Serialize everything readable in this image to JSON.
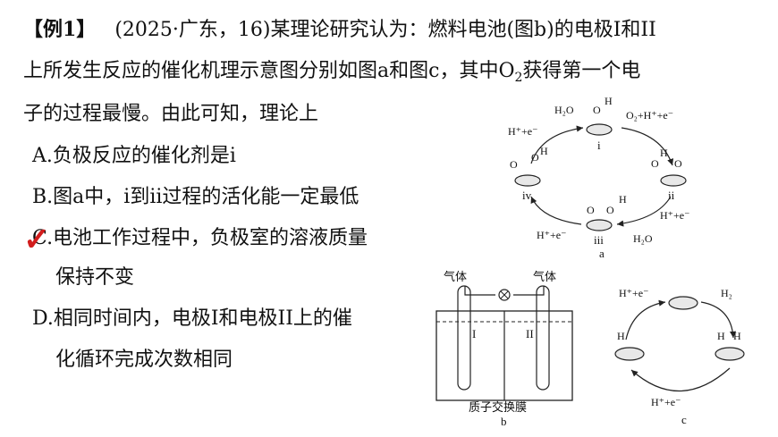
{
  "question": {
    "tag": "【例1】",
    "source": "(2025·广东，16)",
    "line1_rest": "某理论研究认为：燃料电池(图b)的电极I和II",
    "line2_a": "上所发生反应的催化机理示意图分别如图a和图c，其中O",
    "line2_sub": "2",
    "line2_b": "获得第一个电",
    "line3": "子的过程最慢。由此可知，理论上"
  },
  "options": {
    "a": "A.负极反应的催化剂是i",
    "b": "B.图a中，i到ii过程的活化能一定最低",
    "c_letter": "C",
    "c_rest": ".电池工作过程中，负极室的溶液质量",
    "c_cont": "保持不变",
    "d": "D.相同时间内，电极I和电极II上的催",
    "d_cont": "化循环完成次数相同"
  },
  "answer_mark": "✓",
  "figure_a": {
    "caption": "a",
    "labels": {
      "h2o_top": "H₂O",
      "o_top": "O",
      "h_top": "H",
      "i": "i",
      "o2_h_e": "O₂+H⁺+e⁻",
      "h_e_left": "H⁺+e⁻",
      "ii": "ii",
      "iii": "iii",
      "iv": "iv",
      "h_e_right": "H⁺+e⁻",
      "h2o_right": "H₂O",
      "h_e_bottom": "H⁺+e⁻",
      "o": "O",
      "h": "H"
    }
  },
  "figure_b": {
    "caption": "b",
    "gas_left": "气体",
    "gas_right": "气体",
    "electrode_left": "I",
    "electrode_right": "II",
    "membrane": "质子交换膜"
  },
  "figure_c": {
    "caption": "c",
    "h_e_top": "H⁺+e⁻",
    "h2": "H₂",
    "h_e_bottom": "H⁺+e⁻",
    "h": "H"
  },
  "colors": {
    "accent": "#d21d1d",
    "disk_fill": "#e8e8e8",
    "stroke": "#222222"
  }
}
